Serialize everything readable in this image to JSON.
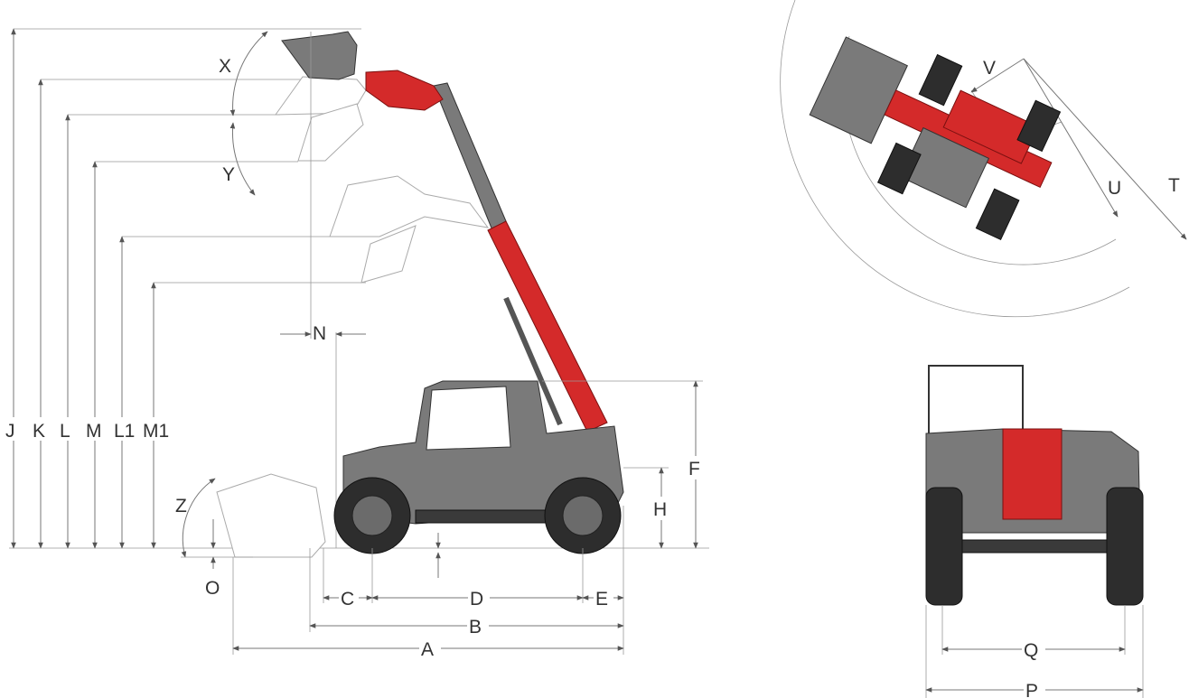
{
  "dimension_labels": {
    "A": "A",
    "B": "B",
    "C": "C",
    "D": "D",
    "E": "E",
    "F": "F",
    "H": "H",
    "J": "J",
    "K": "K",
    "L": "L",
    "M": "M",
    "L1": "L1",
    "M1": "M1",
    "N": "N",
    "O": "O",
    "P": "P",
    "Q": "Q",
    "T": "T",
    "U": "U",
    "V": "V",
    "X": "X",
    "Y": "Y",
    "Z": "Z"
  },
  "colors": {
    "machine_red": "#d42a2a",
    "machine_grey": "#7a7a7a",
    "tire_dark": "#2d2d2d",
    "dimension_line": "#777777"
  },
  "views": [
    "side-view",
    "top-view-turning",
    "front-view"
  ]
}
